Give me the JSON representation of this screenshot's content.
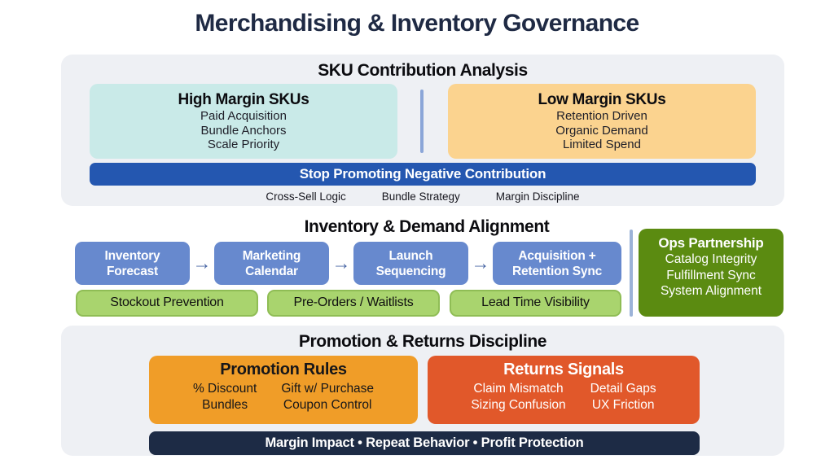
{
  "page": {
    "title": "Merchandising & Inventory Governance"
  },
  "colors": {
    "panel_bg": "#eef0f4",
    "title_navy": "#1f2a44",
    "teal_card": "#c9eae8",
    "peach_card": "#fbd38f",
    "royal_blue_banner": "#2457b0",
    "flow_blue": "#6789ce",
    "tag_green": "#a9d46e",
    "ops_green": "#5b8b11",
    "promo_orange": "#f09d28",
    "returns_red": "#e1582a",
    "navy_banner": "#1d2b45",
    "divider_blue": "#8ba6d8"
  },
  "sku": {
    "title": "SKU Contribution Analysis",
    "high_margin": {
      "title": "High Margin SKUs",
      "items": [
        "Paid Acquisition",
        "Bundle Anchors",
        "Scale Priority"
      ]
    },
    "low_margin": {
      "title": "Low Margin SKUs",
      "items": [
        "Retention Driven",
        "Organic Demand",
        "Limited Spend"
      ]
    },
    "banner": "Stop Promoting Negative Contribution",
    "footnotes": [
      "Cross-Sell Logic",
      "Bundle Strategy",
      "Margin Discipline"
    ]
  },
  "inv": {
    "title": "Inventory & Demand Alignment",
    "arrow_glyph": "→",
    "flow": [
      {
        "line1": "Inventory",
        "line2": "Forecast"
      },
      {
        "line1": "Marketing",
        "line2": "Calendar"
      },
      {
        "line1": "Launch",
        "line2": "Sequencing"
      },
      {
        "line1": "Acquisition +",
        "line2": "Retention Sync"
      }
    ],
    "tags": [
      "Stockout Prevention",
      "Pre-Orders / Waitlists",
      "Lead Time Visibility"
    ],
    "ops": {
      "title": "Ops Partnership",
      "items": [
        "Catalog Integrity",
        "Fulfillment Sync",
        "System Alignment"
      ]
    }
  },
  "promo": {
    "title": "Promotion & Returns Discipline",
    "promotion_rules": {
      "title": "Promotion Rules",
      "col1": [
        "% Discount",
        "Bundles"
      ],
      "col2": [
        "Gift w/ Purchase",
        "Coupon Control"
      ]
    },
    "returns_signals": {
      "title": "Returns Signals",
      "col1": [
        "Claim Mismatch",
        "Sizing Confusion"
      ],
      "col2": [
        "Detail Gaps",
        "UX Friction"
      ]
    },
    "banner": "Margin Impact • Repeat Behavior • Profit Protection"
  }
}
